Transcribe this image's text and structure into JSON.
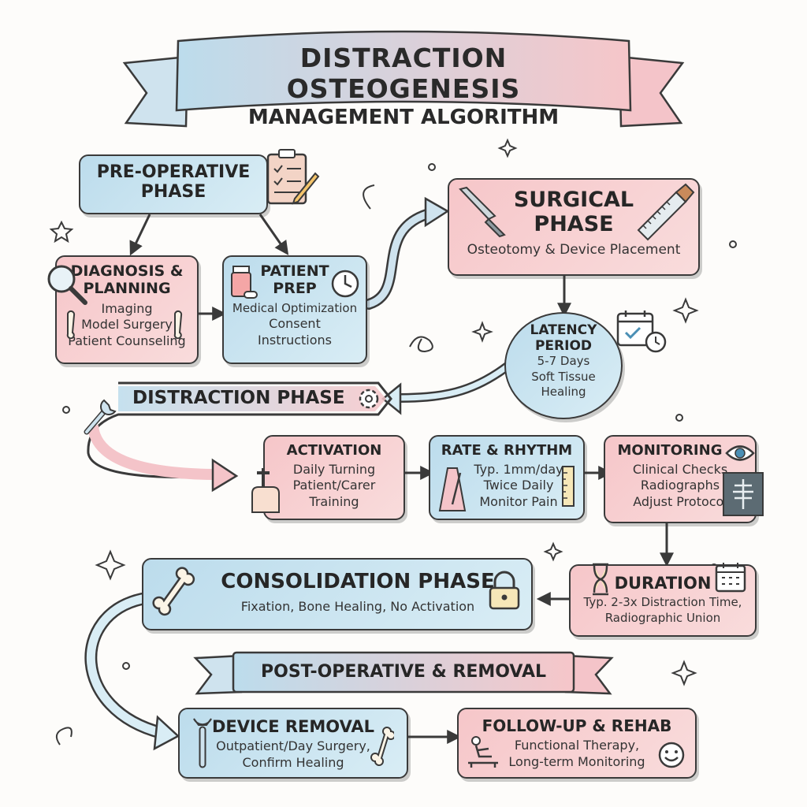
{
  "title": {
    "line1": "DISTRACTION OSTEOGENESIS",
    "line2": "MANAGEMENT ALGORITHM"
  },
  "pre_op": {
    "label": "PRE-OPERATIVE PHASE",
    "line1": "PRE-OPERATIVE",
    "line2": "PHASE"
  },
  "diagnosis": {
    "title_line1": "DIAGNOSIS &",
    "title_line2": "PLANNING",
    "items": [
      "Imaging",
      "Model Surgery",
      "Patient Counseling"
    ]
  },
  "patient_prep": {
    "title_line1": "PATIENT",
    "title_line2": "PREP",
    "items": [
      "Medical Optimization",
      "Consent",
      "Instructions"
    ]
  },
  "surgical": {
    "title_line1": "SURGICAL",
    "title_line2": "PHASE",
    "subtitle": "Osteotomy & Device Placement"
  },
  "latency": {
    "title_line1": "LATENCY",
    "title_line2": "PERIOD",
    "items": [
      "5-7 Days",
      "Soft Tissue",
      "Healing"
    ]
  },
  "distraction": {
    "label": "DISTRACTION PHASE"
  },
  "activation": {
    "title": "ACTIVATION",
    "items": [
      "Daily Turning",
      "Patient/Carer",
      "Training"
    ]
  },
  "rate_rhythm": {
    "title": "RATE & RHYTHM",
    "items": [
      "Typ. 1mm/day",
      "Twice Daily",
      "Monitor Pain"
    ]
  },
  "monitoring": {
    "title": "MONITORING",
    "items": [
      "Clinical Checks",
      "Radiographs",
      "Adjust Protocol"
    ]
  },
  "duration": {
    "title": "DURATION",
    "items": [
      "Typ. 2-3x Distraction Time,",
      "Radiographic Union"
    ]
  },
  "consolidation": {
    "title": "CONSOLIDATION PHASE",
    "subtitle": "Fixation, Bone Healing, No Activation"
  },
  "post_op": {
    "label": "POST-OPERATIVE & REMOVAL"
  },
  "device_removal": {
    "title": "DEVICE REMOVAL",
    "items": [
      "Outpatient/Day Surgery,",
      "Confirm Healing"
    ]
  },
  "follow_up": {
    "title": "FOLLOW-UP & REHAB",
    "items": [
      "Functional Therapy,",
      "Long-term Monitoring"
    ]
  },
  "colors": {
    "pink": "#f6c6c9",
    "blue": "#bcdcec",
    "outline": "#3a3a3a"
  }
}
